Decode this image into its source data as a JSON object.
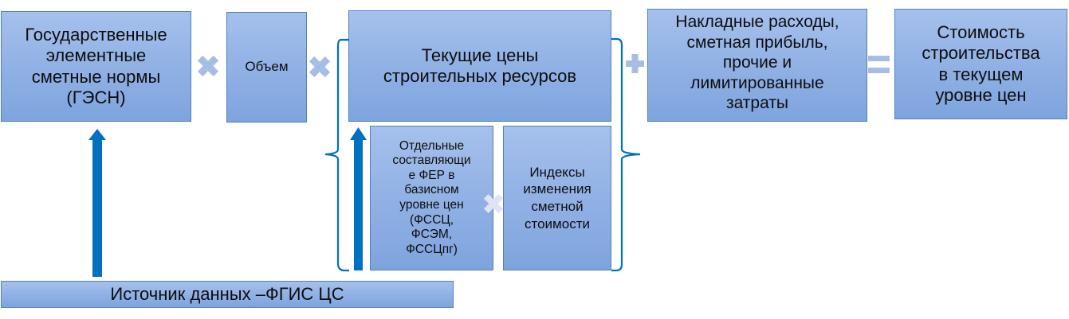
{
  "boxes": {
    "gesn": "Государственные\nэлементные\nсметные нормы\n(ГЭСН)",
    "volume": "Объем",
    "current_prices": "Текущие цены\nстроительных ресурсов",
    "overheads": "Накладные расходы,\nсметная прибыль,\nпрочие и\nлимитированные\nзатраты",
    "total_cost": "Стоимость\nстроительства\nв текущем\nуровне цен",
    "fer_components": "Отдельные\nсоставляющи\nе ФЕР в\nбазисном\nуровне цен\n(ФССЦ,\nФСЭМ,\nФССЦпг)",
    "indices": "Индексы\nизменения\nсметной\nстоимости",
    "data_source": "Источник данных –ФГИС ЦС"
  },
  "colors": {
    "box_fill": "#8fb0e4",
    "box_border": "#4f81bd",
    "arrow": "#0070c0",
    "bracket": "#0070c0",
    "operator": "#a7bde3",
    "operator_light": "#dfe3f5"
  }
}
